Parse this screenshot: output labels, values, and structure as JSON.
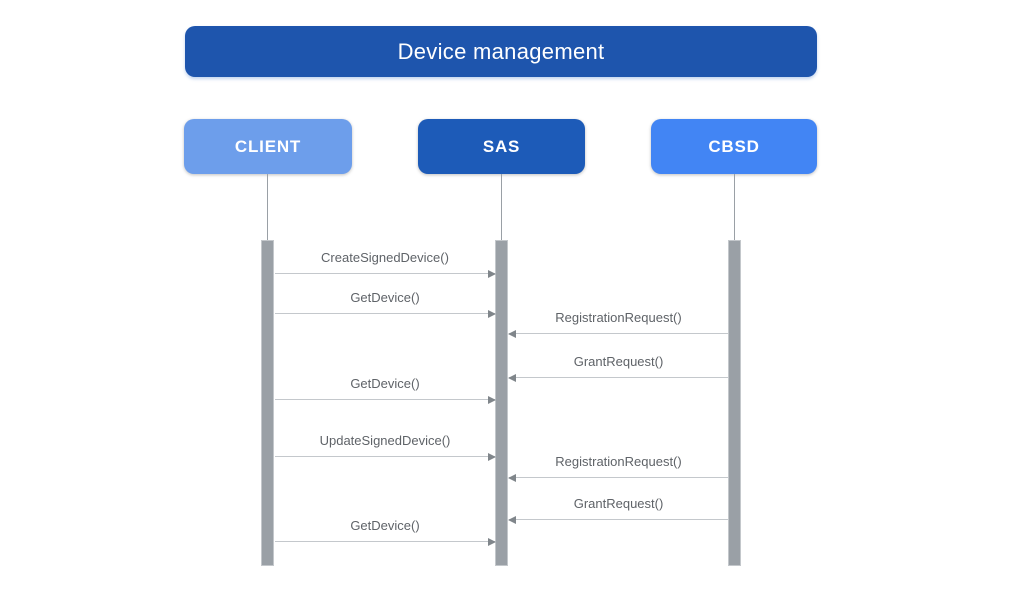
{
  "diagram": {
    "type": "sequence-diagram",
    "title": "Device management"
  },
  "actors": [
    {
      "id": "client",
      "label": "CLIENT",
      "color": "#6d9eeb"
    },
    {
      "id": "sas",
      "label": "SAS",
      "color": "#1d5bb8"
    },
    {
      "id": "cbsd",
      "label": "CBSD",
      "color": "#4285f4"
    }
  ],
  "messages": [
    {
      "label": "CreateSignedDevice()",
      "from": "CLIENT",
      "to": "SAS",
      "direction": "right"
    },
    {
      "label": "GetDevice()",
      "from": "CLIENT",
      "to": "SAS",
      "direction": "right"
    },
    {
      "label": "RegistrationRequest()",
      "from": "CBSD",
      "to": "SAS",
      "direction": "left"
    },
    {
      "label": "GrantRequest()",
      "from": "CBSD",
      "to": "SAS",
      "direction": "left"
    },
    {
      "label": "GetDevice()",
      "from": "CLIENT",
      "to": "SAS",
      "direction": "right"
    },
    {
      "label": "UpdateSignedDevice()",
      "from": "CLIENT",
      "to": "SAS",
      "direction": "right"
    },
    {
      "label": "RegistrationRequest()",
      "from": "CBSD",
      "to": "SAS",
      "direction": "left"
    },
    {
      "label": "GrantRequest()",
      "from": "CBSD",
      "to": "SAS",
      "direction": "left"
    },
    {
      "label": "GetDevice()",
      "from": "CLIENT",
      "to": "SAS",
      "direction": "right"
    }
  ],
  "colors": {
    "title_bg": "#1e55ad",
    "activation_bar": "#9aa0a6",
    "arrow_line": "#c4c8cc",
    "arrowhead": "#80868b",
    "message_text": "#5f6368",
    "background": "#ffffff"
  }
}
